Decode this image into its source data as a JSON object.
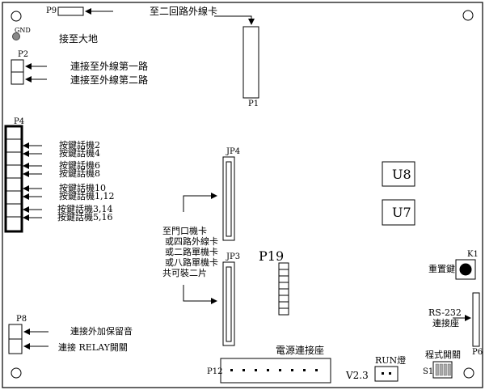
{
  "labels": {
    "p9": "P9",
    "p9_desc": "至二回路外線卡",
    "gnd": "GND",
    "gnd_desc": "接至大地",
    "p2": "P2",
    "p2_line1": "連接至外線第一路",
    "p2_line2": "連接至外線第二路",
    "p1": "P1",
    "p4": "P4",
    "p4_items": [
      "按鍵話機2",
      "按鍵話機4",
      "按鍵話機6",
      "按鍵話機8",
      "按鍵話機10",
      "按鍵話機1,12",
      "按鍵話機3,14",
      "按鍵話機5,16"
    ],
    "jp4": "JP4",
    "jp3": "JP3",
    "jp_desc": [
      "至門口機卡",
      "或四路外線卡",
      "或二路單機卡",
      "或八路單機卡",
      "共可裝二片"
    ],
    "p19": "P19",
    "u8": "U8",
    "u7": "U7",
    "k1": "K1",
    "k1_desc": "重置鍵",
    "rs232_1": "RS-232",
    "rs232_2": "連接座",
    "p6": "P6",
    "p8": "P8",
    "p8_line1": "連接外加保留音",
    "p8_line2": "連接 RELAY開關",
    "p12": "P12",
    "p12_desc": "電源連接座",
    "version": "V2.3",
    "run_led": "RUN燈",
    "s1": "S1",
    "s1_desc": "程式開關"
  }
}
